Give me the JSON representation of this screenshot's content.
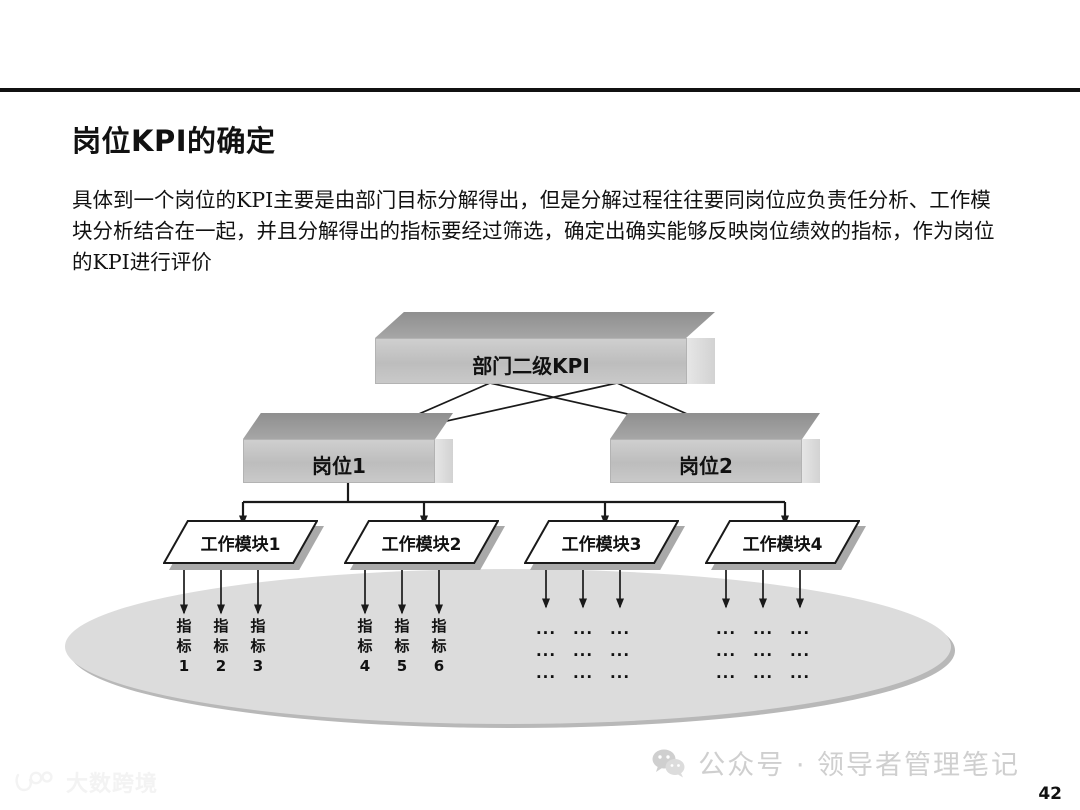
{
  "slide": {
    "title": "岗位KPI的确定",
    "body_text": "具体到一个岗位的KPI主要是由部门目标分解得出，但是分解过程往往要同岗位应负责任分析、工作模块分析结合在一起，并且分解得出的指标要经过筛选，确定出确实能够反映岗位绩效的指标，作为岗位的KPI进行评价",
    "page_number": "42"
  },
  "diagram": {
    "top_box": {
      "label": "部门二级KPI"
    },
    "position_boxes": [
      {
        "label": "岗位1"
      },
      {
        "label": "岗位2"
      }
    ],
    "modules": [
      {
        "label": "工作模块1"
      },
      {
        "label": "工作模块2"
      },
      {
        "label": "工作模块3"
      },
      {
        "label": "工作模块4"
      }
    ],
    "indicators": [
      {
        "char1": "指",
        "char2": "标",
        "num": "1"
      },
      {
        "char1": "指",
        "char2": "标",
        "num": "2"
      },
      {
        "char1": "指",
        "char2": "标",
        "num": "3"
      },
      {
        "char1": "指",
        "char2": "标",
        "num": "4"
      },
      {
        "char1": "指",
        "char2": "标",
        "num": "5"
      },
      {
        "char1": "指",
        "char2": "标",
        "num": "6"
      }
    ],
    "placeholder_dots": {
      "row1": "...",
      "row2": "...",
      "row3": "...",
      "columns": 6
    },
    "colors": {
      "box_top_face": "#9a9a9a",
      "box_front_face": "#c4c4c4",
      "ellipse_fill": "#dcdcdc",
      "line": "#1a1a1a"
    }
  },
  "footer": {
    "watermark_text": "公众号 · 领导者管理笔记",
    "watermark_icon": "wechat-icon",
    "brand_text": "大数跨境",
    "brand_icon": "dashukuajing-logo-icon"
  }
}
